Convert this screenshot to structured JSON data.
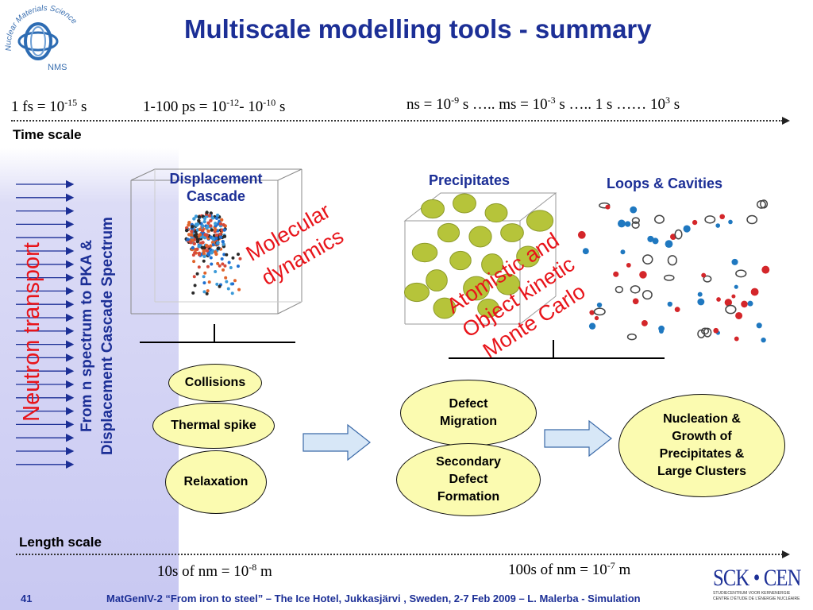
{
  "title": "Multiscale modelling tools - summary",
  "logo": {
    "text": "Nuclear Materials Science",
    "abbr": "NMS"
  },
  "time_scale": {
    "label": "Time scale",
    "t1": {
      "a": "1 fs = 10",
      "exp": "-15",
      "b": " s"
    },
    "t2": {
      "a": "1-100 ps = 10",
      "exp1": "-12",
      "mid": "- 10",
      "exp2": "-10",
      "b": " s"
    },
    "t3": {
      "a": "ns = 10",
      "e1": "-9",
      "b": " s ….. ms = 10",
      "e2": "-3",
      "c": " s ….. 1 s …… 10",
      "e3": "3",
      "d": " s"
    }
  },
  "length_scale": {
    "label": "Length scale",
    "l1": {
      "a": "10s of nm = 10",
      "exp": "-8",
      "b": " m"
    },
    "l2": {
      "a": "100s of nm = 10",
      "exp": "-7",
      "b": " m"
    }
  },
  "left": {
    "neutron": "Neutron transport",
    "pka_line1": "From n spectrum to PKA &",
    "pka_line2": "Displacement Cascade Spectrum"
  },
  "images": {
    "cascade_line1": "Displacement",
    "cascade_line2": "Cascade",
    "precipitates": "Precipitates",
    "loops": "Loops & Cavities"
  },
  "methods": {
    "md_line1": "Molecular",
    "md_line2": "dynamics",
    "mc_line1": "Atomistic and",
    "mc_line2": "Object kinetic",
    "mc_line3": "Monte Carlo"
  },
  "processes": {
    "collisions": "Collisions",
    "thermal_spike": "Thermal spike",
    "relaxation": "Relaxation",
    "defect_migration": "Defect Migration",
    "secondary_defect": "Secondary Defect Formation",
    "nucleation": "Nucleation & Growth of Precipitates & Large Clusters"
  },
  "footer": {
    "page": "41",
    "text": "MatGenIV-2 “From iron to steel” – The Ice Hotel, Jukkasjärvi , Sweden, 2-7 Feb 2009 – L. Malerba - Simulation"
  },
  "sck_logo": {
    "name": "SCK • CEN",
    "sub1": "STUDIECENTRUM VOOR KERNENERGIE",
    "sub2": "CENTRE D’ÉTUDE DE L’ÉNERGIE NUCLÉAIRE"
  },
  "colors": {
    "title": "#1c2f96",
    "red": "#e8141a",
    "ellipse": "#fbfbb0",
    "lavender": "#c8c8f2"
  }
}
